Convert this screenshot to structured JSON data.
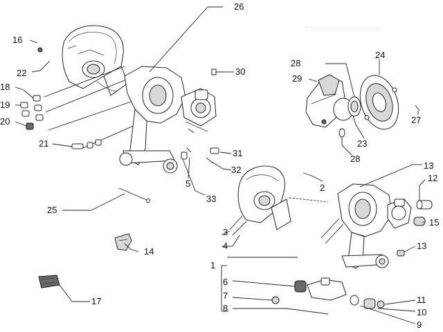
{
  "diagram": {
    "callouts": [
      {
        "id": "c26",
        "text": "26"
      },
      {
        "id": "c16",
        "text": "16"
      },
      {
        "id": "c22",
        "text": "22"
      },
      {
        "id": "c18",
        "text": "18"
      },
      {
        "id": "c19",
        "text": "19"
      },
      {
        "id": "c20",
        "text": "20"
      },
      {
        "id": "c21",
        "text": "21"
      },
      {
        "id": "c30",
        "text": "30"
      },
      {
        "id": "c28a",
        "text": "28"
      },
      {
        "id": "c29",
        "text": "29"
      },
      {
        "id": "c24",
        "text": "24"
      },
      {
        "id": "c27",
        "text": "27"
      },
      {
        "id": "c23",
        "text": "23"
      },
      {
        "id": "c28b",
        "text": "28"
      },
      {
        "id": "c31",
        "text": "31"
      },
      {
        "id": "c32",
        "text": "32"
      },
      {
        "id": "c5",
        "text": "5"
      },
      {
        "id": "c33",
        "text": "33"
      },
      {
        "id": "c25",
        "text": "25"
      },
      {
        "id": "c2",
        "text": "2"
      },
      {
        "id": "c13a",
        "text": "13"
      },
      {
        "id": "c12",
        "text": "12"
      },
      {
        "id": "c15",
        "text": "15"
      },
      {
        "id": "c3",
        "text": "3"
      },
      {
        "id": "c4",
        "text": "4"
      },
      {
        "id": "c1",
        "text": "1"
      },
      {
        "id": "c13b",
        "text": "13"
      },
      {
        "id": "c14",
        "text": "14"
      },
      {
        "id": "c6",
        "text": "6"
      },
      {
        "id": "c7",
        "text": "7"
      },
      {
        "id": "c8",
        "text": "8"
      },
      {
        "id": "c11",
        "text": "11"
      },
      {
        "id": "c10",
        "text": "10"
      },
      {
        "id": "c9",
        "text": "9"
      },
      {
        "id": "c17",
        "text": "17"
      }
    ]
  }
}
